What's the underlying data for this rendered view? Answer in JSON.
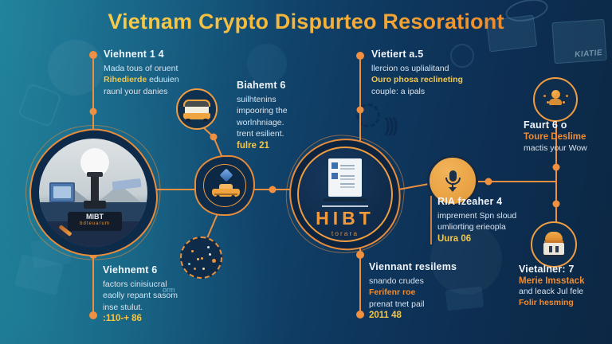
{
  "title": "Vietnam Crypto Dispurteo Resorationt",
  "center_node": {
    "label": "HIBT",
    "sublabel": "torara"
  },
  "left_node": {
    "plaque": "MIBT",
    "plaque_sub": "bdteuarum"
  },
  "icons": {
    "wifi_signal": ")))",
    "list": [
      "bus-icon",
      "diamond-icon",
      "car-icon",
      "scatter-dots-icon",
      "document-checklist-icon",
      "microphone-icon",
      "person-camera-icon",
      "vending-machine-icon"
    ]
  },
  "background": {
    "screen_label": "KIATIE",
    "corner_text": "orm"
  },
  "blocks": {
    "top_left": {
      "heading": "Viehnent 1 4",
      "line1": "Mada tous of oruent",
      "line2_highlight": "Rihedierde",
      "line2_rest": " eduuien",
      "line3": "raunl your danies"
    },
    "mid_top": {
      "heading": "Biahemt 6",
      "line1": "suilhtenins",
      "line2": "impooring the",
      "line3": "worlnhniage.",
      "line4": "trent esilient.",
      "footer": "fulre 21"
    },
    "top_right": {
      "heading": "Vietiert a.5",
      "line1": "llercion os uplialitand",
      "line2_highlight": "Ouro phosa reclineting",
      "line3": "couple: a ipals"
    },
    "mid_right": {
      "heading": "RIA fzeaher 4",
      "line1": "imprement Spn sloud",
      "line2": "umliorting erieopla",
      "footer": "Uura 06"
    },
    "bottom_left": {
      "heading": "Viehnemt 6",
      "line1": "factors cinisiucral",
      "line2": "eaolly repant sasom",
      "line3": "inse stulut.",
      "footer": ":110-+ 86"
    },
    "bottom_center": {
      "heading": "Viennant resilems",
      "line1": "snando crudes",
      "line2_highlight": "Ferifenr roe",
      "line3": "prenat tnet pail",
      "footer": "2011 48"
    },
    "far_top_right": {
      "heading": "Faurt 6 o",
      "line1_highlight": "Toure Deslime",
      "line2": "mactis your Wow"
    },
    "far_bottom_right": {
      "heading": "Vietalner: 7",
      "line1_highlight": "Merie Imsstack",
      "line2": "and leack Jul fele",
      "line3_highlight": "Folir hesming"
    }
  },
  "colors": {
    "accent_orange": "#ec8f3e",
    "highlight_yellow": "#f2c64a",
    "highlight_orange": "#ef8c33",
    "node_navy": "#10304f",
    "amber": "#e9a43f",
    "title_gradient_start": "#f7d44c",
    "title_gradient_end": "#e97e27"
  }
}
